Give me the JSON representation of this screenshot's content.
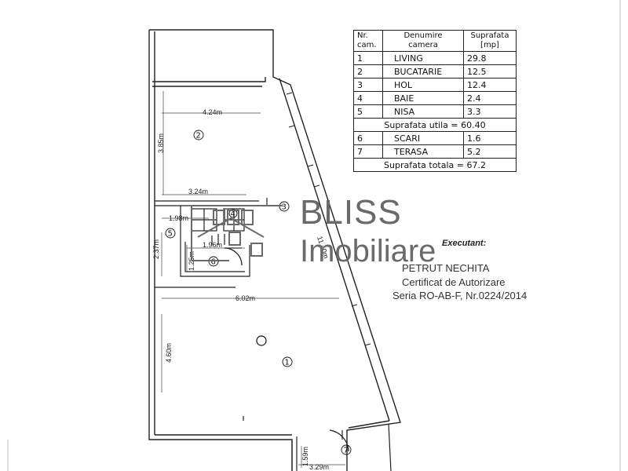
{
  "table": {
    "headers": {
      "nr": [
        "Nr.",
        "cam."
      ],
      "name": [
        "Denumire",
        "camera"
      ],
      "area": [
        "Suprafata",
        "[mp]"
      ]
    },
    "rows": [
      {
        "nr": "1",
        "name": "LIVING",
        "area": "29.8"
      },
      {
        "nr": "2",
        "name": "BUCATARIE",
        "area": "12.5"
      },
      {
        "nr": "3",
        "name": "HOL",
        "area": "12.4"
      },
      {
        "nr": "4",
        "name": "BAIE",
        "area": "2.4"
      },
      {
        "nr": "5",
        "name": "NISA",
        "area": "3.3"
      }
    ],
    "useful_area": "Suprafata utila = 60.40",
    "rows2": [
      {
        "nr": "6",
        "name": "SCARI",
        "area": "1.6"
      },
      {
        "nr": "7",
        "name": "TERASA",
        "area": "5.2"
      }
    ],
    "total_area": "Suprafata totala = 67.2"
  },
  "dimensions": {
    "kitchen_width": "4.24m",
    "kitchen_height": "3.85m",
    "hall_width": "3.24m",
    "niche_width": "1.98m",
    "niche_height": "2.37m",
    "stairs_width": "1.96m",
    "stairs_height": "1.25m",
    "living_width": "6.02m",
    "living_height": "4.60m",
    "slant_length": "11.40m",
    "terrace_height": "1.59m",
    "terrace_width": "3.29m"
  },
  "room_markers": [
    "1",
    "2",
    "3",
    "4",
    "5",
    "6",
    "7"
  ],
  "watermark": {
    "brand": "BLISS",
    "sub": "Imobiliare"
  },
  "stamp": {
    "executant_label": "Executant:",
    "name": "PETRUT NECHITA",
    "certificate": "Certificat de Autorizare",
    "serie": "Seria RO-AB-F, Nr.0224/2014"
  }
}
